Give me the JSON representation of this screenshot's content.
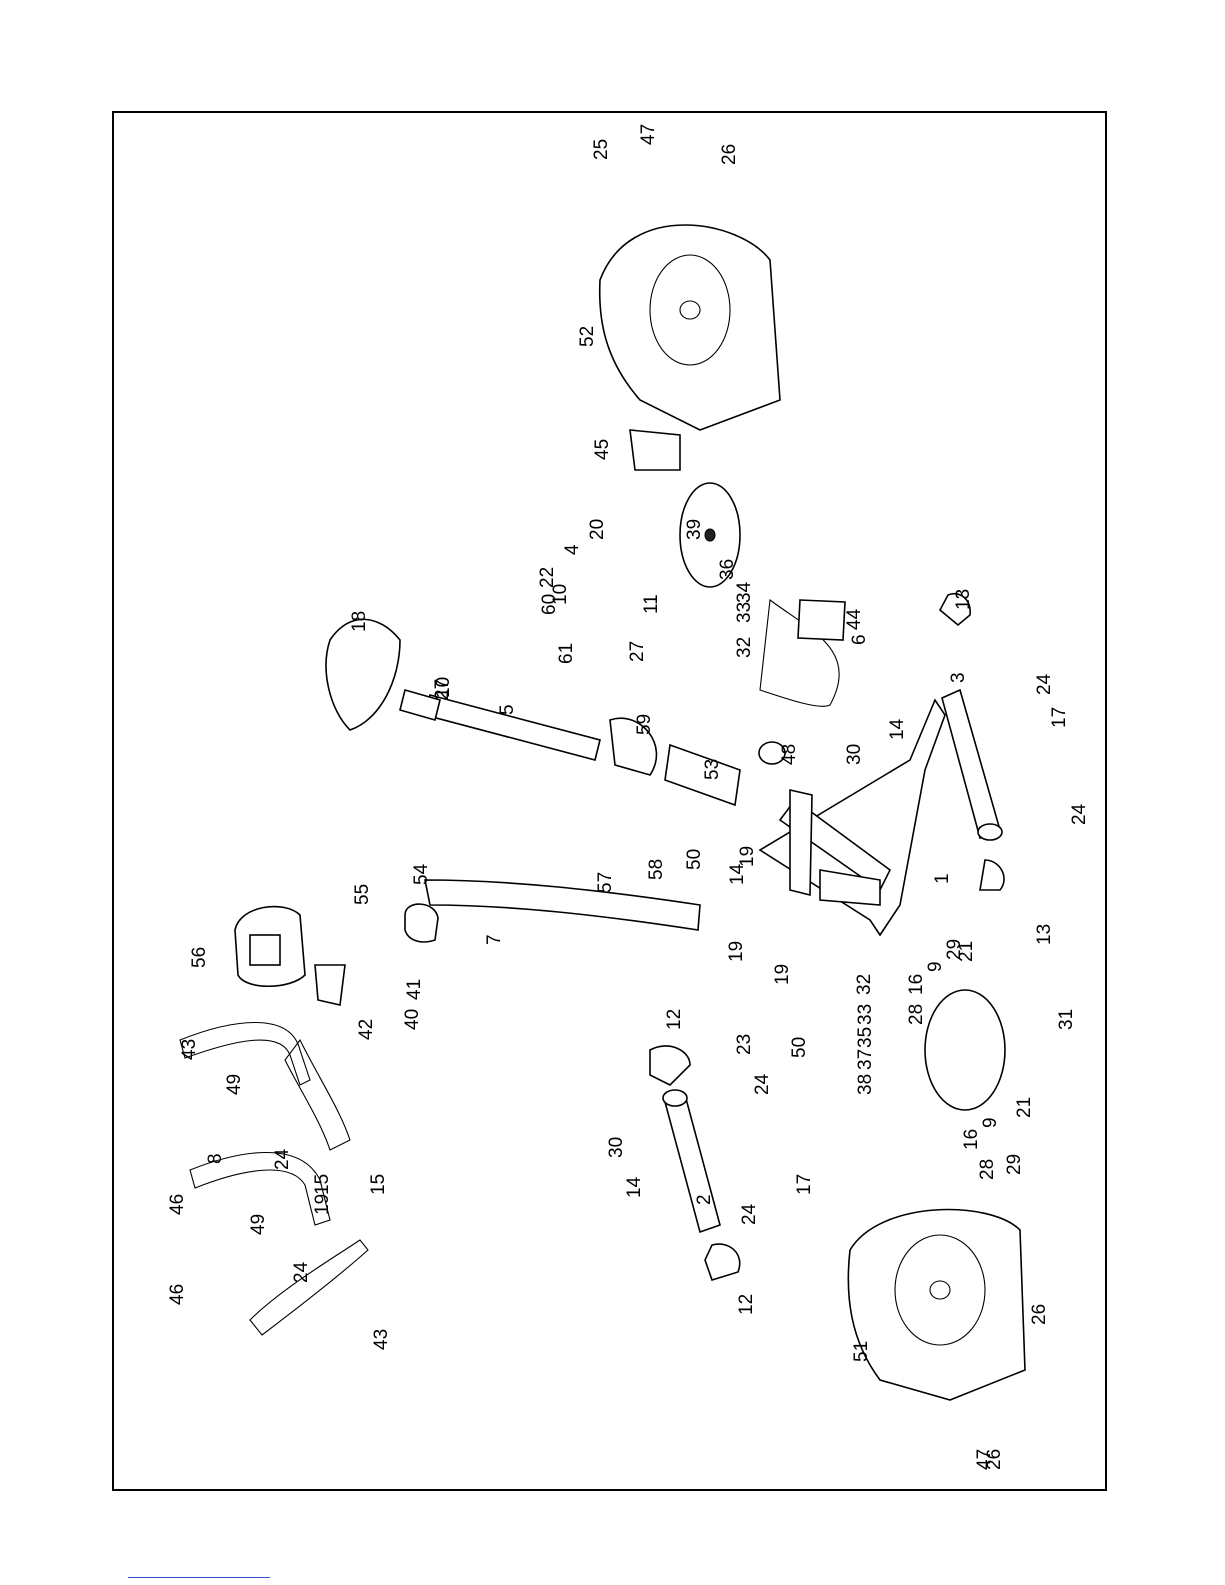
{
  "callouts": [
    "1",
    "2",
    "3",
    "4",
    "5",
    "6",
    "7",
    "8",
    "9",
    "9",
    "10",
    "10",
    "11",
    "12",
    "12",
    "13",
    "13",
    "14",
    "14",
    "14",
    "15",
    "15",
    "16",
    "16",
    "17",
    "17",
    "18",
    "19",
    "19",
    "19",
    "19",
    "20",
    "21",
    "21",
    "22",
    "23",
    "24",
    "24",
    "24",
    "24",
    "24",
    "24",
    "25",
    "26",
    "26",
    "26",
    "27",
    "27",
    "28",
    "28",
    "29",
    "29",
    "30",
    "30",
    "31",
    "32",
    "32",
    "33",
    "33",
    "34",
    "35",
    "36",
    "37",
    "38",
    "39",
    "40",
    "41",
    "42",
    "43",
    "43",
    "44",
    "45",
    "46",
    "46",
    "47",
    "47",
    "48",
    "49",
    "49",
    "50",
    "50",
    "51",
    "52",
    "53",
    "54",
    "55",
    "56",
    "57",
    "58",
    "59",
    "60",
    "61"
  ]
}
